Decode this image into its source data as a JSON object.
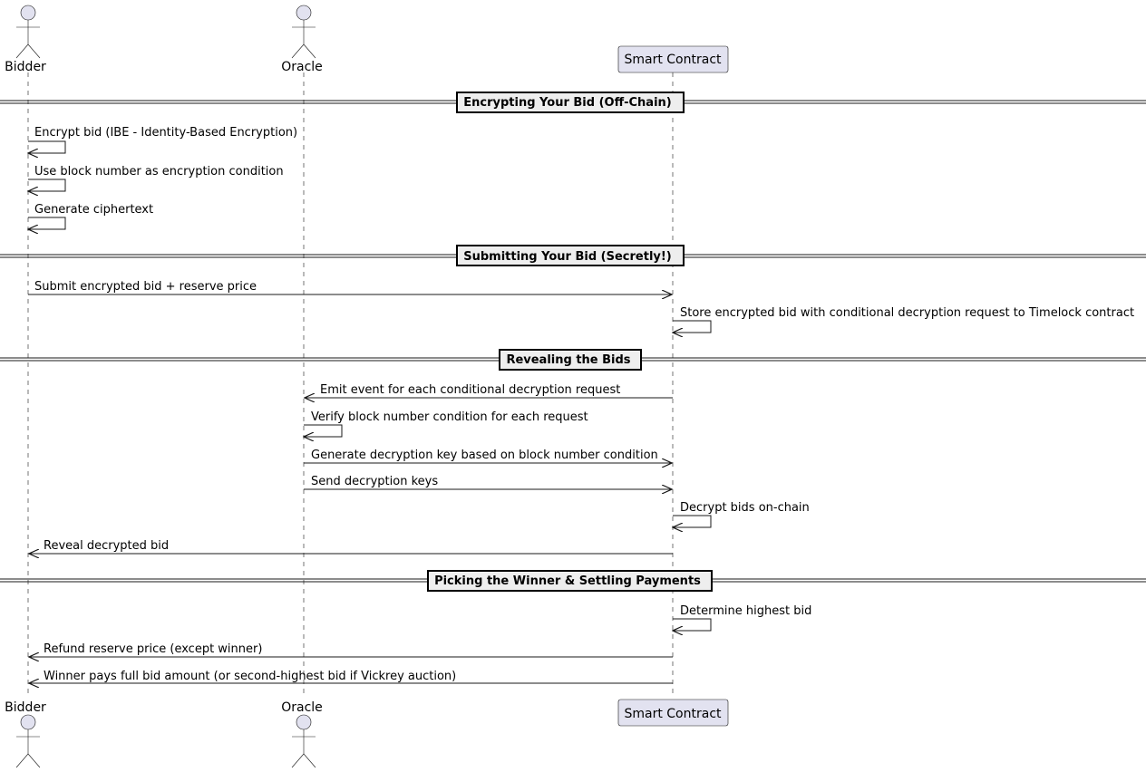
{
  "participants": {
    "bidder": "Bidder",
    "oracle": "Oracle",
    "contract": "Smart Contract"
  },
  "sections": [
    "Encrypting Your Bid (Off-Chain)",
    "Submitting Your Bid (Secretly!)",
    "Revealing the Bids",
    "Picking the Winner & Settling Payments"
  ],
  "messages": [
    "Encrypt bid (IBE - Identity-Based Encryption)",
    "Use block number as encryption condition",
    "Generate ciphertext",
    "Submit encrypted bid + reserve price",
    "Store encrypted bid with conditional decryption request to Timelock contract",
    "Emit event for each conditional decryption request",
    "Verify block number condition for each request",
    "Generate decryption key based on block number condition",
    "Send decryption keys",
    "Decrypt bids on-chain",
    "Reveal decrypted bid",
    "Determine highest bid",
    "Refund reserve price (except winner)",
    "Winner pays full bid amount (or second-highest bid if Vickrey auction)"
  ],
  "colors": {
    "participant_fill": "#E2E2F0",
    "participant_stroke": "#181818",
    "separator_fill": "#EEEEEE",
    "line": "#181818"
  }
}
